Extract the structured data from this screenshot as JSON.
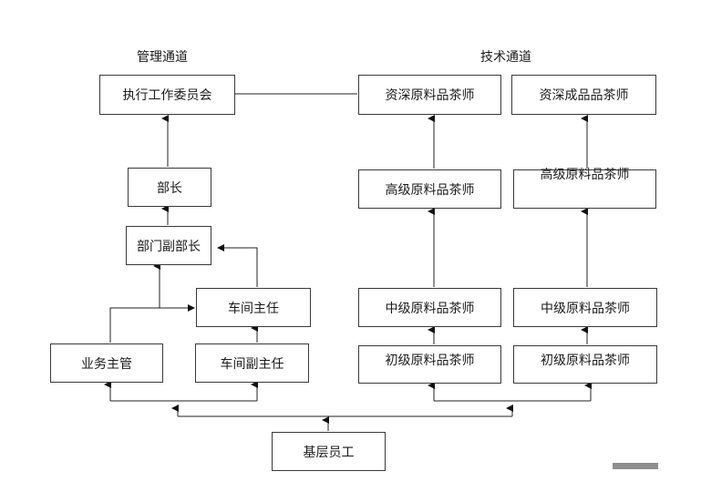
{
  "headings": {
    "management": "管理通道",
    "technical": "技术通道"
  },
  "nodes": {
    "exec_committee": "执行工作委员会",
    "minister": "部长",
    "deputy_minister": "部门副部长",
    "workshop_director": "车间主任",
    "business_supervisor": "业务主管",
    "deputy_workshop_director": "车间副主任",
    "senior_raw_tea_master": "资深原料品茶师",
    "senior_finished_tea_master": "资深成品品茶师",
    "advanced_raw_tea_master": "高级原料品茶师",
    "advanced_raw_tea_master_2": "高级原料品茶师",
    "intermediate_raw_tea_master": "中级原料品茶师",
    "intermediate_raw_tea_master_2": "中级原料品茶师",
    "junior_raw_tea_master": "初级原料品茶师",
    "junior_raw_tea_master_2": "初级原料品茶师",
    "base_staff": "基层员工"
  }
}
